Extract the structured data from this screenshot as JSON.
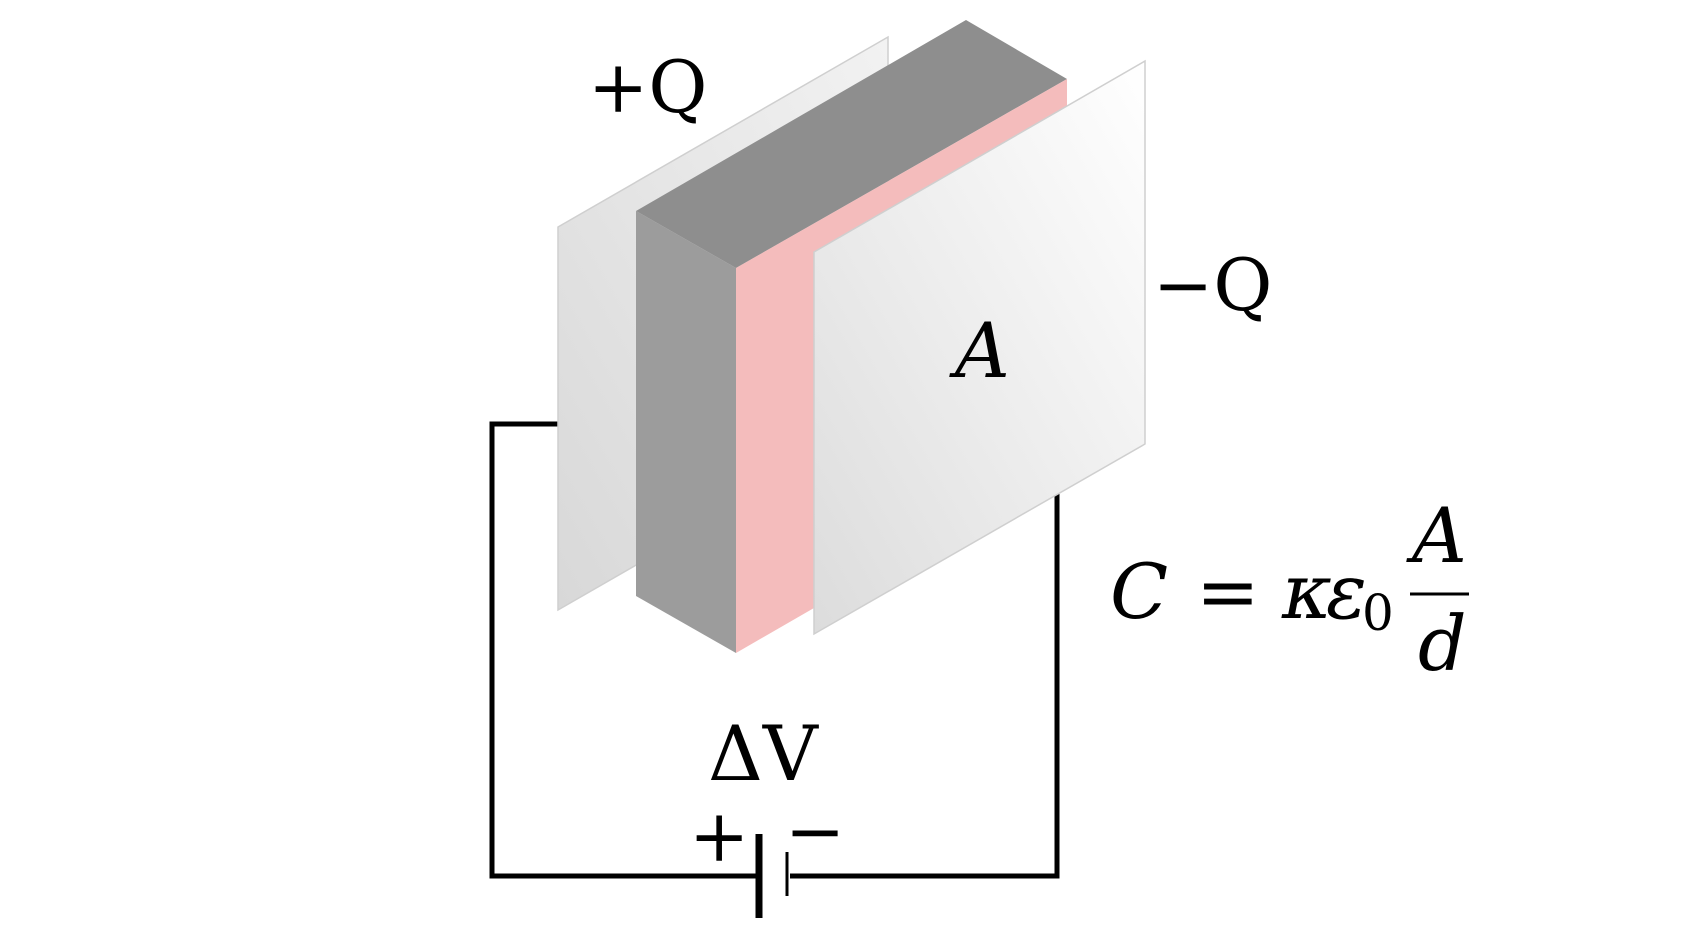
{
  "labels": {
    "plus_charge": "+Q",
    "minus_charge": "−Q",
    "area": "A",
    "potential_difference": "ΔV",
    "battery_plus": "+",
    "battery_minus": "−"
  },
  "formula": {
    "lhs": "C",
    "equals": "=",
    "kappa": "κ",
    "epsilon": "ε",
    "epsilon_subscript": "0",
    "numerator": "A",
    "denominator": "d"
  },
  "colors": {
    "dielectric_top": "#8e8e8e",
    "dielectric_side": "#9c9c9c",
    "dielectric_front": "#f4bcbc",
    "plate_light": "#ffffff",
    "plate_shadow": "#dedede",
    "plate_edge": "#cfcfcf",
    "wire": "#000000"
  }
}
